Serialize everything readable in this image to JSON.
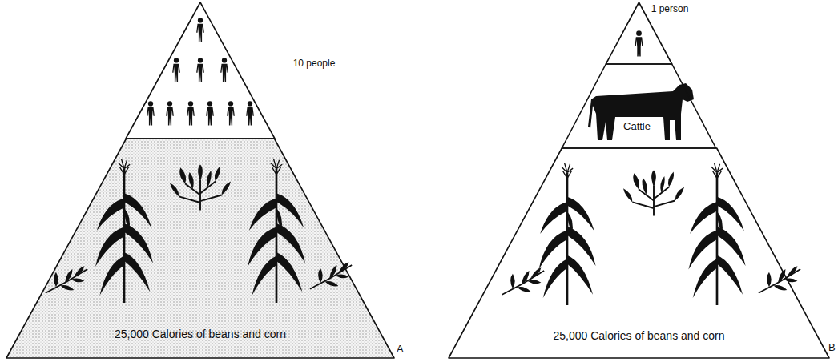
{
  "diagram": {
    "nodes": [
      {
        "text": [
          "10 people"
        ]
      },
      {
        "text": [
          "25,000 Calories of beans and corn"
        ]
      },
      {
        "text": [
          "1 person"
        ]
      },
      {
        "text": [
          "Cattle"
        ]
      },
      {
        "text": [
          "25,000 Calories of beans and corn"
        ]
      }
    ],
    "labels": [
      "A",
      "B"
    ]
  }
}
